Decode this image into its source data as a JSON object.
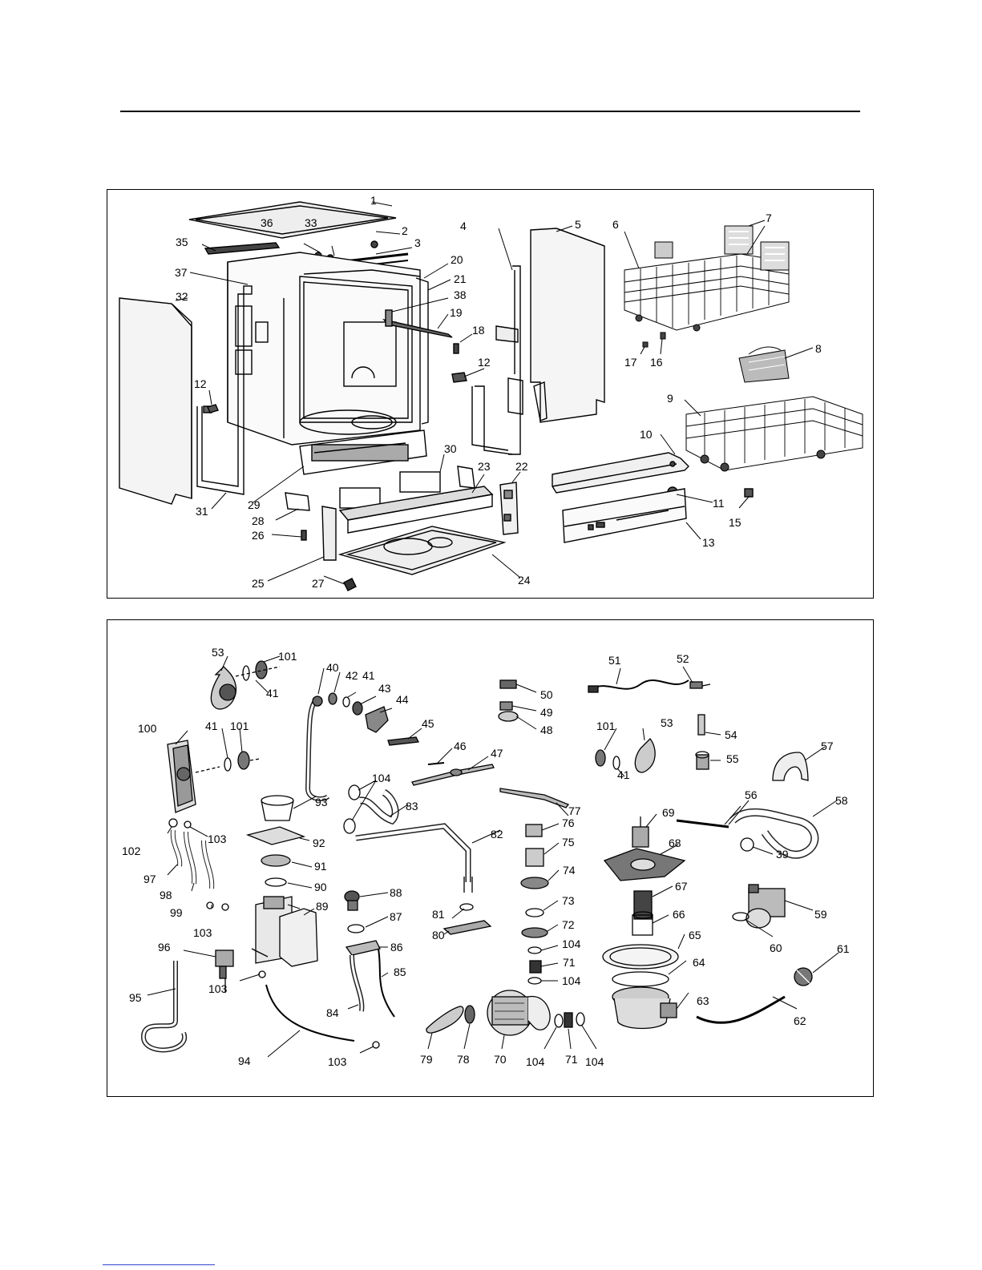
{
  "diagram": {
    "panels": [
      {
        "id": "cabinet",
        "labels": [
          "1",
          "2",
          "3",
          "4",
          "5",
          "6",
          "7",
          "8",
          "9",
          "10",
          "11",
          "12",
          "12",
          "13",
          "15",
          "16",
          "17",
          "18",
          "19",
          "20",
          "21",
          "22",
          "23",
          "24",
          "25",
          "26",
          "27",
          "28",
          "29",
          "30",
          "31",
          "32",
          "33",
          "35",
          "36",
          "37",
          "38"
        ]
      },
      {
        "id": "hydraulics",
        "labels": [
          "39",
          "40",
          "41",
          "41",
          "41",
          "41",
          "42",
          "43",
          "44",
          "45",
          "46",
          "47",
          "48",
          "49",
          "50",
          "51",
          "52",
          "53",
          "53",
          "54",
          "55",
          "56",
          "57",
          "58",
          "59",
          "60",
          "61",
          "62",
          "63",
          "64",
          "65",
          "66",
          "67",
          "68",
          "69",
          "70",
          "71",
          "71",
          "72",
          "73",
          "74",
          "75",
          "76",
          "77",
          "78",
          "79",
          "80",
          "81",
          "82",
          "83",
          "84",
          "85",
          "86",
          "87",
          "88",
          "89",
          "90",
          "91",
          "92",
          "93",
          "94",
          "95",
          "96",
          "97",
          "98",
          "99",
          "100",
          "101",
          "101",
          "101",
          "102",
          "103",
          "103",
          "103",
          "103",
          "104",
          "104",
          "104",
          "104",
          "104"
        ]
      }
    ]
  }
}
